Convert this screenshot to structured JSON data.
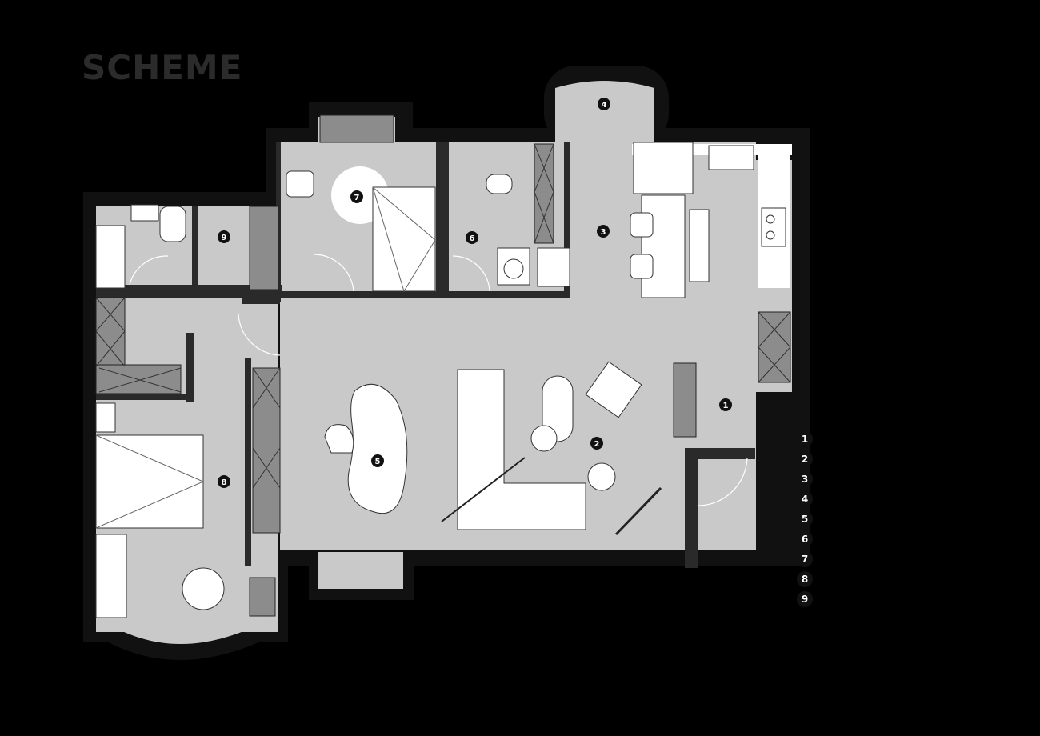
{
  "title": "SCHEME",
  "rooms": [
    {
      "id": "1",
      "label": "1"
    },
    {
      "id": "2",
      "label": "2"
    },
    {
      "id": "3",
      "label": "3"
    },
    {
      "id": "4",
      "label": "4"
    },
    {
      "id": "5",
      "label": "5"
    },
    {
      "id": "6",
      "label": "6"
    },
    {
      "id": "7",
      "label": "7"
    },
    {
      "id": "8",
      "label": "8"
    },
    {
      "id": "9",
      "label": "9"
    }
  ],
  "legend": [
    {
      "number": "1",
      "text": ""
    },
    {
      "number": "2",
      "text": ""
    },
    {
      "number": "3",
      "text": ""
    },
    {
      "number": "4",
      "text": ""
    },
    {
      "number": "5",
      "text": ""
    },
    {
      "number": "6",
      "text": ""
    },
    {
      "number": "7",
      "text": ""
    },
    {
      "number": "8",
      "text": ""
    },
    {
      "number": "9",
      "text": ""
    }
  ],
  "colors": {
    "background": "#000000",
    "floor": "#c9c9c9",
    "wall": "#111111",
    "furniture": "#ffffff",
    "cabinet": "#8c8c8c",
    "title": "#2b2b2b"
  }
}
